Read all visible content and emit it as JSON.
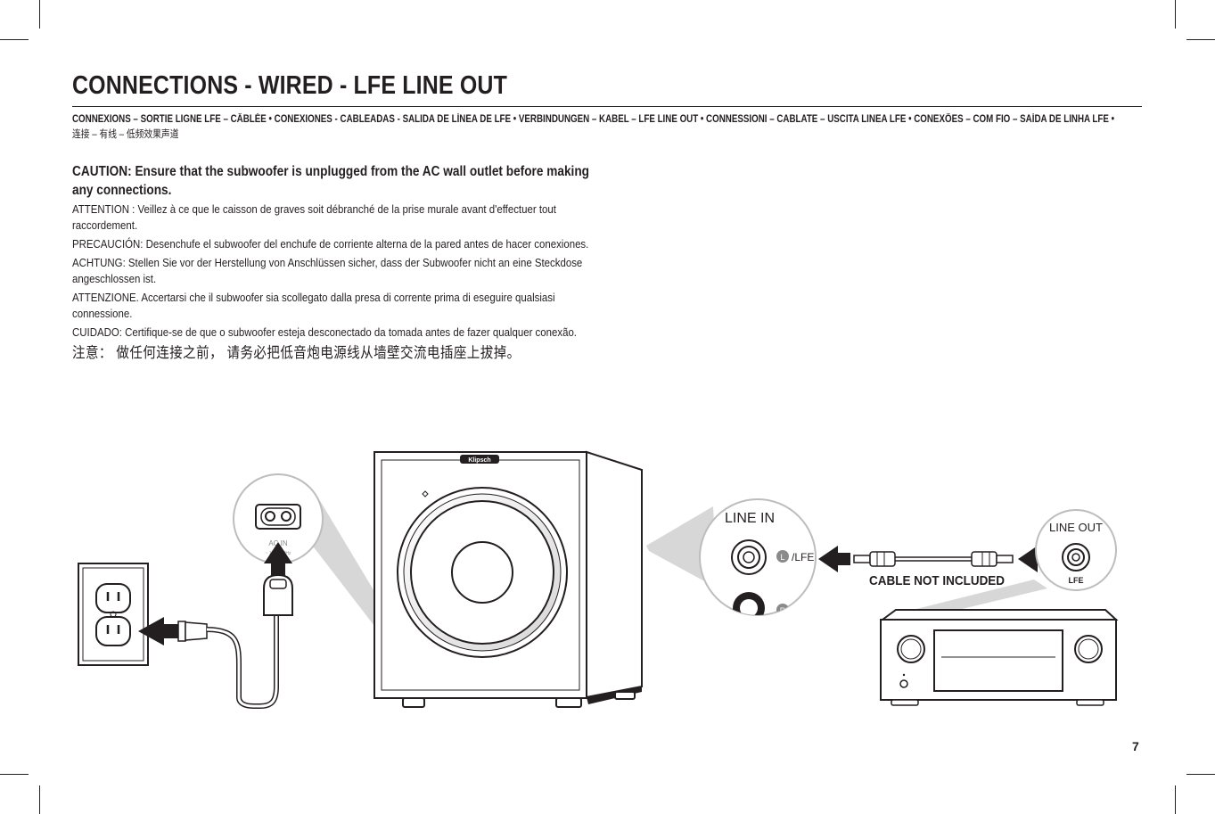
{
  "title": "CONNECTIONS - WIRED - LFE LINE OUT",
  "subtitle": "CONNEXIONS – SORTIE LIGNE LFE – CÂBLÉE • CONEXIONES - CABLEADAS - SALIDA DE LÍNEA DE LFE • VERBINDUNGEN – KABEL – LFE LINE OUT • CONNESSIONI – CABLATE – USCITA LINEA LFE • CONEXÕES – COM FIO – SAÍDA DE LINHA LFE •",
  "subtitle_cn": "连接 – 有线 – 低频效果声道",
  "caution": {
    "en": "CAUTION: Ensure that the subwoofer is unplugged from the AC wall outlet before making any connections.",
    "fr": "ATTENTION : Veillez à ce que le caisson de graves soit débranché de la prise murale avant d'effectuer tout raccordement.",
    "es": "PRECAUCIÓN: Desenchufe el subwoofer del enchufe de corriente alterna de la pared antes de hacer conexiones.",
    "de": "ACHTUNG: Stellen Sie vor der Herstellung von Anschlüssen sicher, dass der Subwoofer nicht an eine Steckdose angeschlossen ist.",
    "it": "ATTENZIONE. Accertarsi che il subwoofer sia scollegato dalla presa di corrente prima di eseguire qualsiasi connessione.",
    "pt": "CUIDADO: Certifique-se de que o subwoofer esteja desconectado da tomada antes de fazer qualquer conexão.",
    "zh": "注意： 做任何连接之前， 请务必把低音炮电源线从墙壁交流电插座上拔掉。"
  },
  "diagram": {
    "brand": "Klipsch",
    "ac_in": "AC IN",
    "ac_rating": "~ 120V 60Hz",
    "line_in": "LINE IN",
    "port_l": "L",
    "port_lfe": "/LFE",
    "port_r": "R",
    "cable_note": "CABLE NOT INCLUDED",
    "line_out": "LINE OUT",
    "lfe": "LFE"
  },
  "page_number": "7"
}
